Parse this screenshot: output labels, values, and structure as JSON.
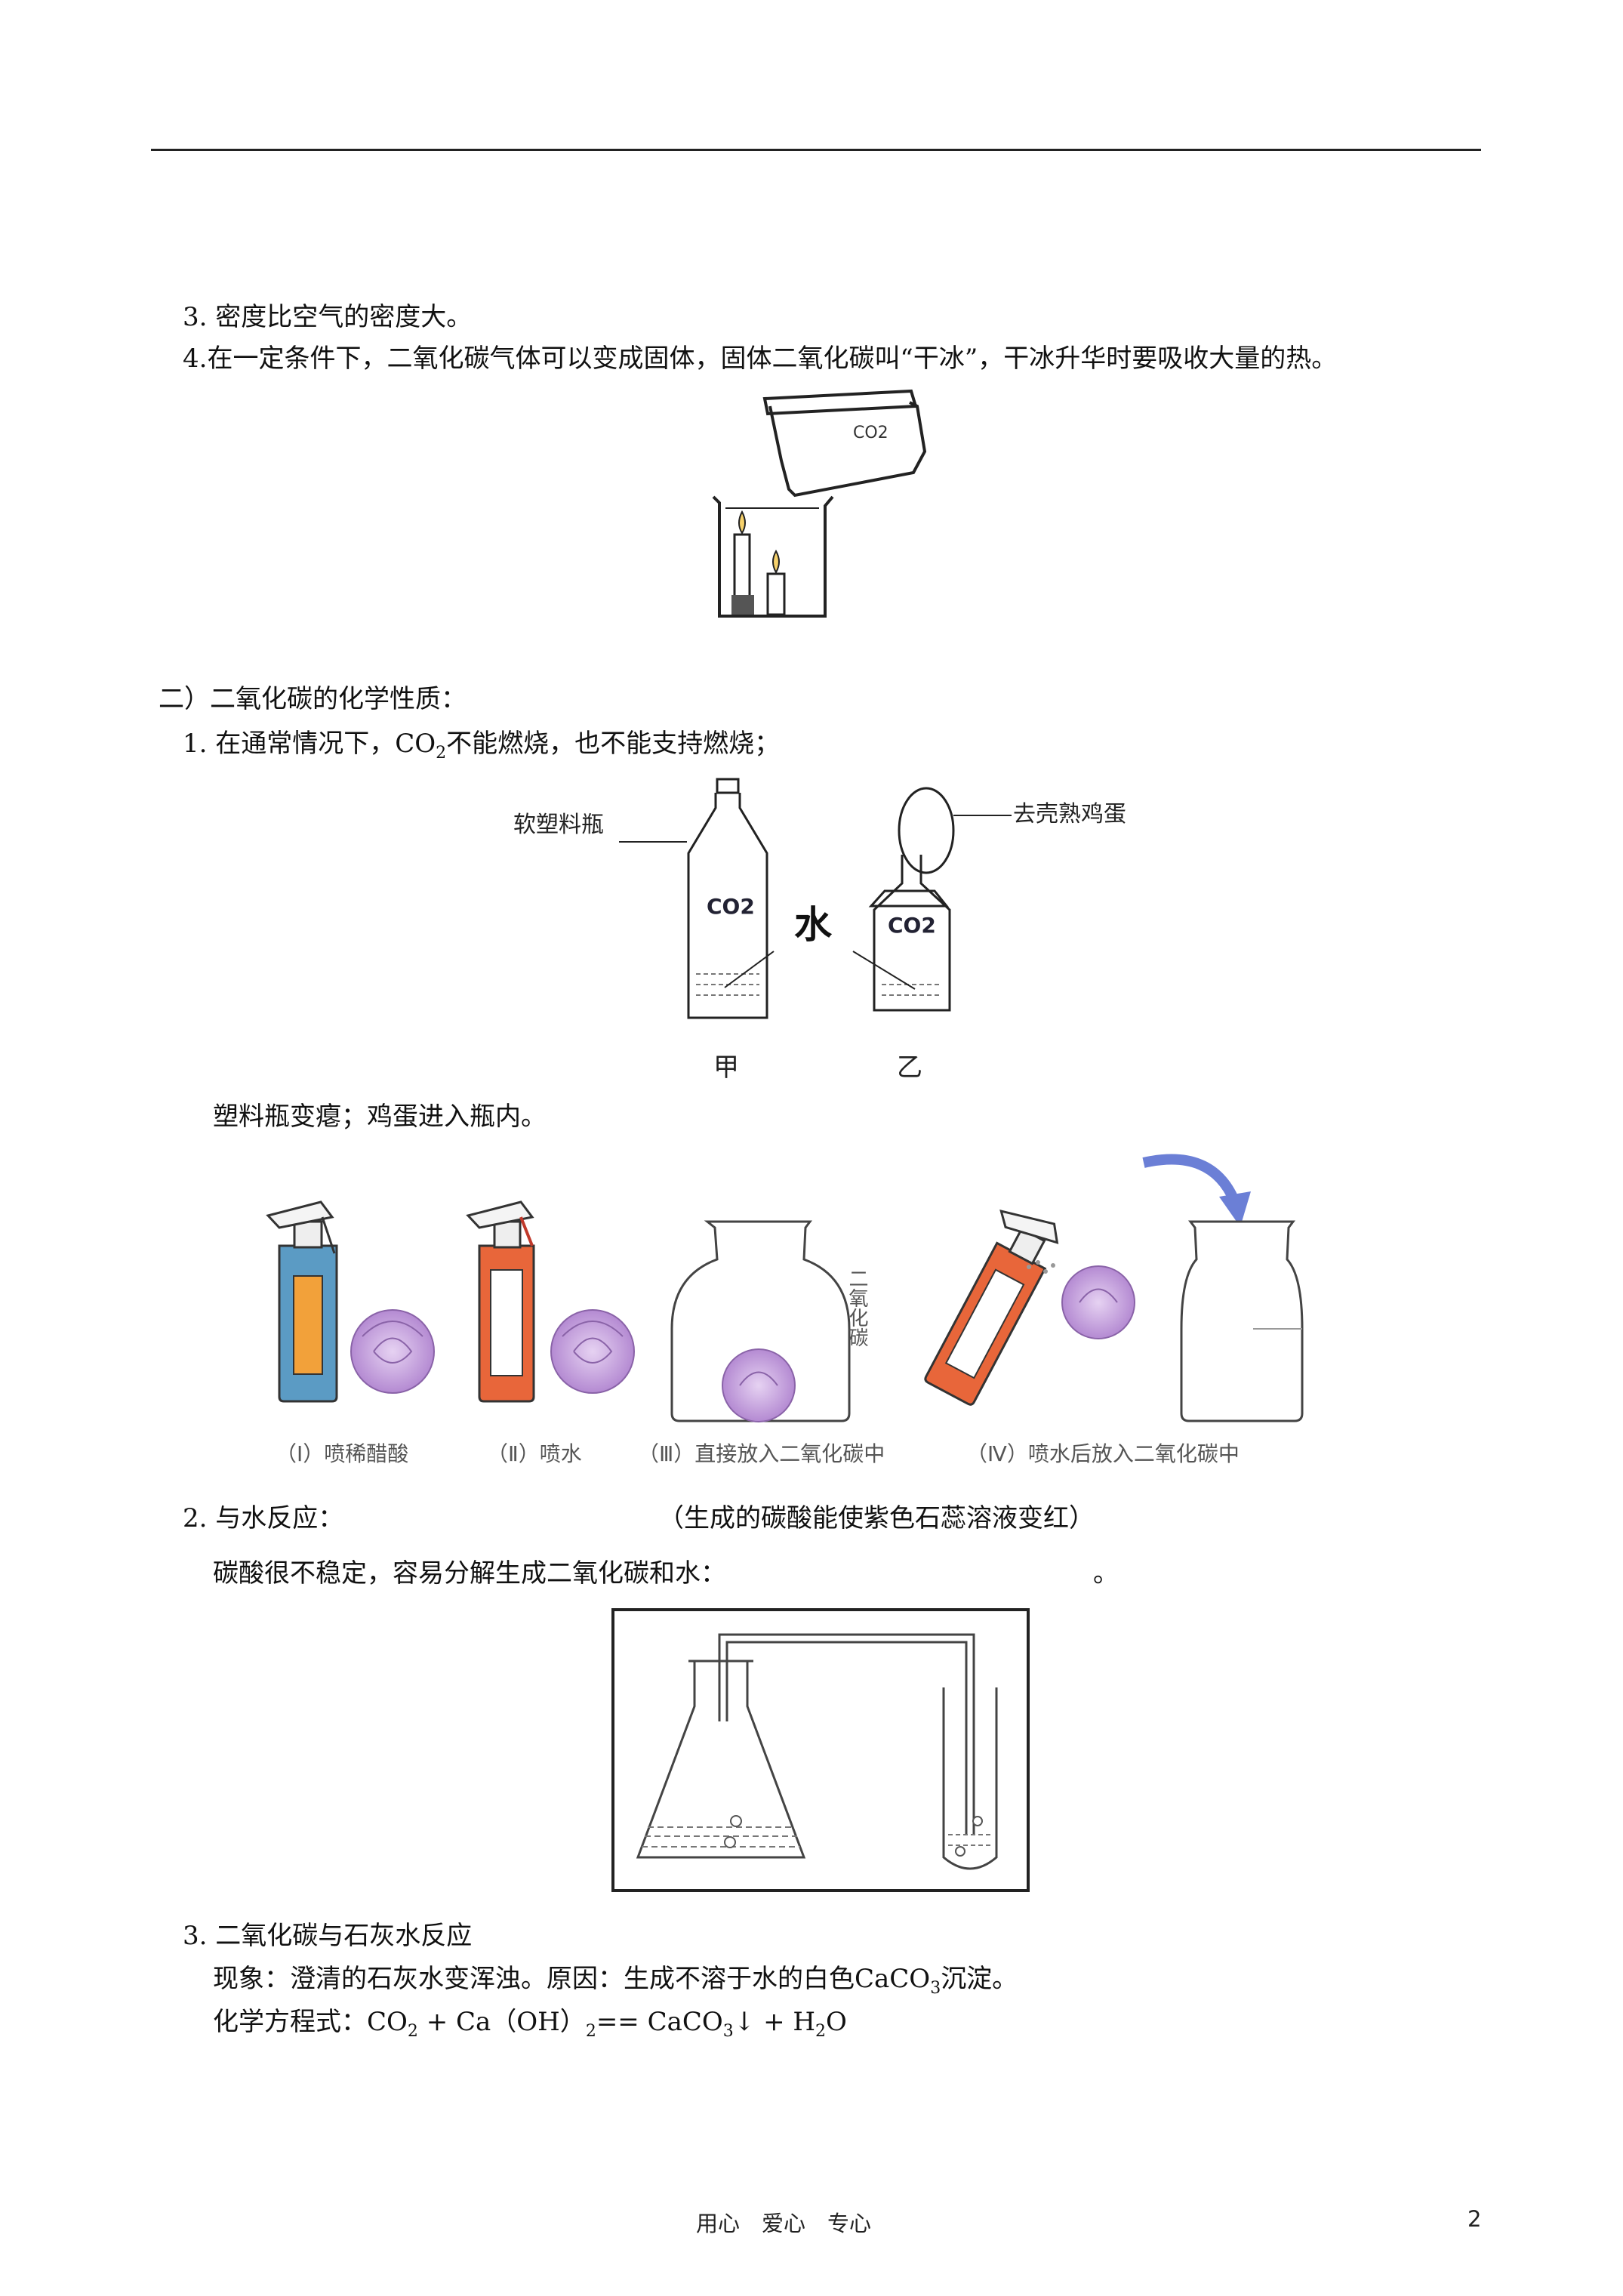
{
  "lines": {
    "l3": "3.  密度比空气的密度大。",
    "l4": "4.在一定条件下，二氧化碳气体可以变成固体，固体二氧化碳叫“干冰”，干冰升华时要吸收大量的热。",
    "section2": "二）二氧化碳的化学性质：",
    "p1_prefix": "1.  在通常情况下，CO",
    "p1_sub": "2",
    "p1_suffix": "不能燃烧，也不能支持燃烧；",
    "obs1": "塑料瓶变瘪；鸡蛋进入瓶内。",
    "p2": "2.  与水反应：",
    "p2_note": "（生成的碳酸能使紫色石蕊溶液变红）",
    "carbonic": "碳酸很不稳定，容易分解生成二氧化碳和水：",
    "carbonic_end": "。",
    "p3": "3.  二氧化碳与石灰水反应",
    "phen_prefix": "现象：澄清的石灰水变浑浊。原因：生成不溶于水的白色CaCO",
    "phen_sub": "3",
    "phen_suffix": "沉淀。",
    "eq_a": "化学方程式：CO",
    "eq_a_sub": "2",
    "eq_b": " + Ca（OH）",
    "eq_b_sub": "2",
    "eq_c": "== CaCO",
    "eq_c_sub": "3",
    "eq_d": "↓ + H",
    "eq_d_sub": "2",
    "eq_e": "O"
  },
  "fig1": {
    "jar_label": "CO2"
  },
  "fig2": {
    "bottle_label": "软塑料瓶",
    "egg_label": "去壳熟鸡蛋",
    "co2": "CO2",
    "water": "水",
    "cap_a": "甲",
    "cap_b": "乙"
  },
  "fig3": {
    "cap1": "（Ⅰ）喷稀醋酸",
    "cap2": "（Ⅱ）喷水",
    "cap3": "（Ⅲ）直接放入二氧化碳中",
    "cap4": "（Ⅳ）喷水后放入二氧化碳中",
    "jar_text": "二氧化碳",
    "colors": {
      "spray_blue": "#5b9bc4",
      "spray_orange": "#e8663a",
      "flower": "#c9a6e0",
      "arrow": "#6b7fd6"
    }
  },
  "footer": {
    "center": "用心　爱心　专心",
    "page": "2"
  }
}
